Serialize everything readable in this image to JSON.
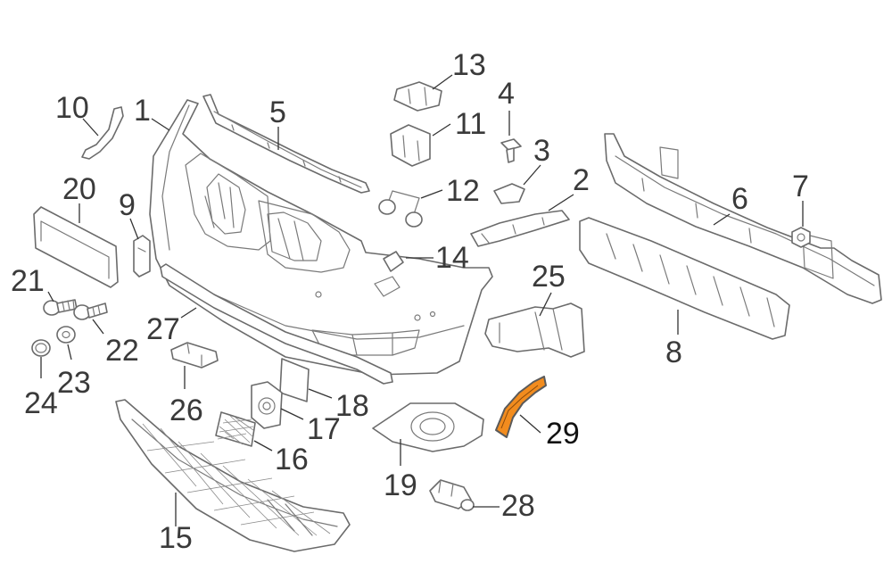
{
  "callouts": [
    {
      "id": "1",
      "label": "1"
    },
    {
      "id": "2",
      "label": "2"
    },
    {
      "id": "3",
      "label": "3"
    },
    {
      "id": "4",
      "label": "4"
    },
    {
      "id": "5",
      "label": "5"
    },
    {
      "id": "6",
      "label": "6"
    },
    {
      "id": "7",
      "label": "7"
    },
    {
      "id": "8",
      "label": "8"
    },
    {
      "id": "9",
      "label": "9"
    },
    {
      "id": "10",
      "label": "10"
    },
    {
      "id": "11",
      "label": "11"
    },
    {
      "id": "12",
      "label": "12"
    },
    {
      "id": "13",
      "label": "13"
    },
    {
      "id": "14",
      "label": "14"
    },
    {
      "id": "15",
      "label": "15"
    },
    {
      "id": "16",
      "label": "16"
    },
    {
      "id": "17",
      "label": "17"
    },
    {
      "id": "18",
      "label": "18"
    },
    {
      "id": "19",
      "label": "19"
    },
    {
      "id": "20",
      "label": "20"
    },
    {
      "id": "21",
      "label": "21"
    },
    {
      "id": "22",
      "label": "22"
    },
    {
      "id": "23",
      "label": "23"
    },
    {
      "id": "24",
      "label": "24"
    },
    {
      "id": "25",
      "label": "25"
    },
    {
      "id": "26",
      "label": "26"
    },
    {
      "id": "27",
      "label": "27"
    },
    {
      "id": "28",
      "label": "28"
    },
    {
      "id": "29",
      "label": "29"
    }
  ],
  "highlight": {
    "callout": "29",
    "color": "#f28c1e",
    "text_color": "#111111"
  },
  "line_color": "#6b6b6b"
}
